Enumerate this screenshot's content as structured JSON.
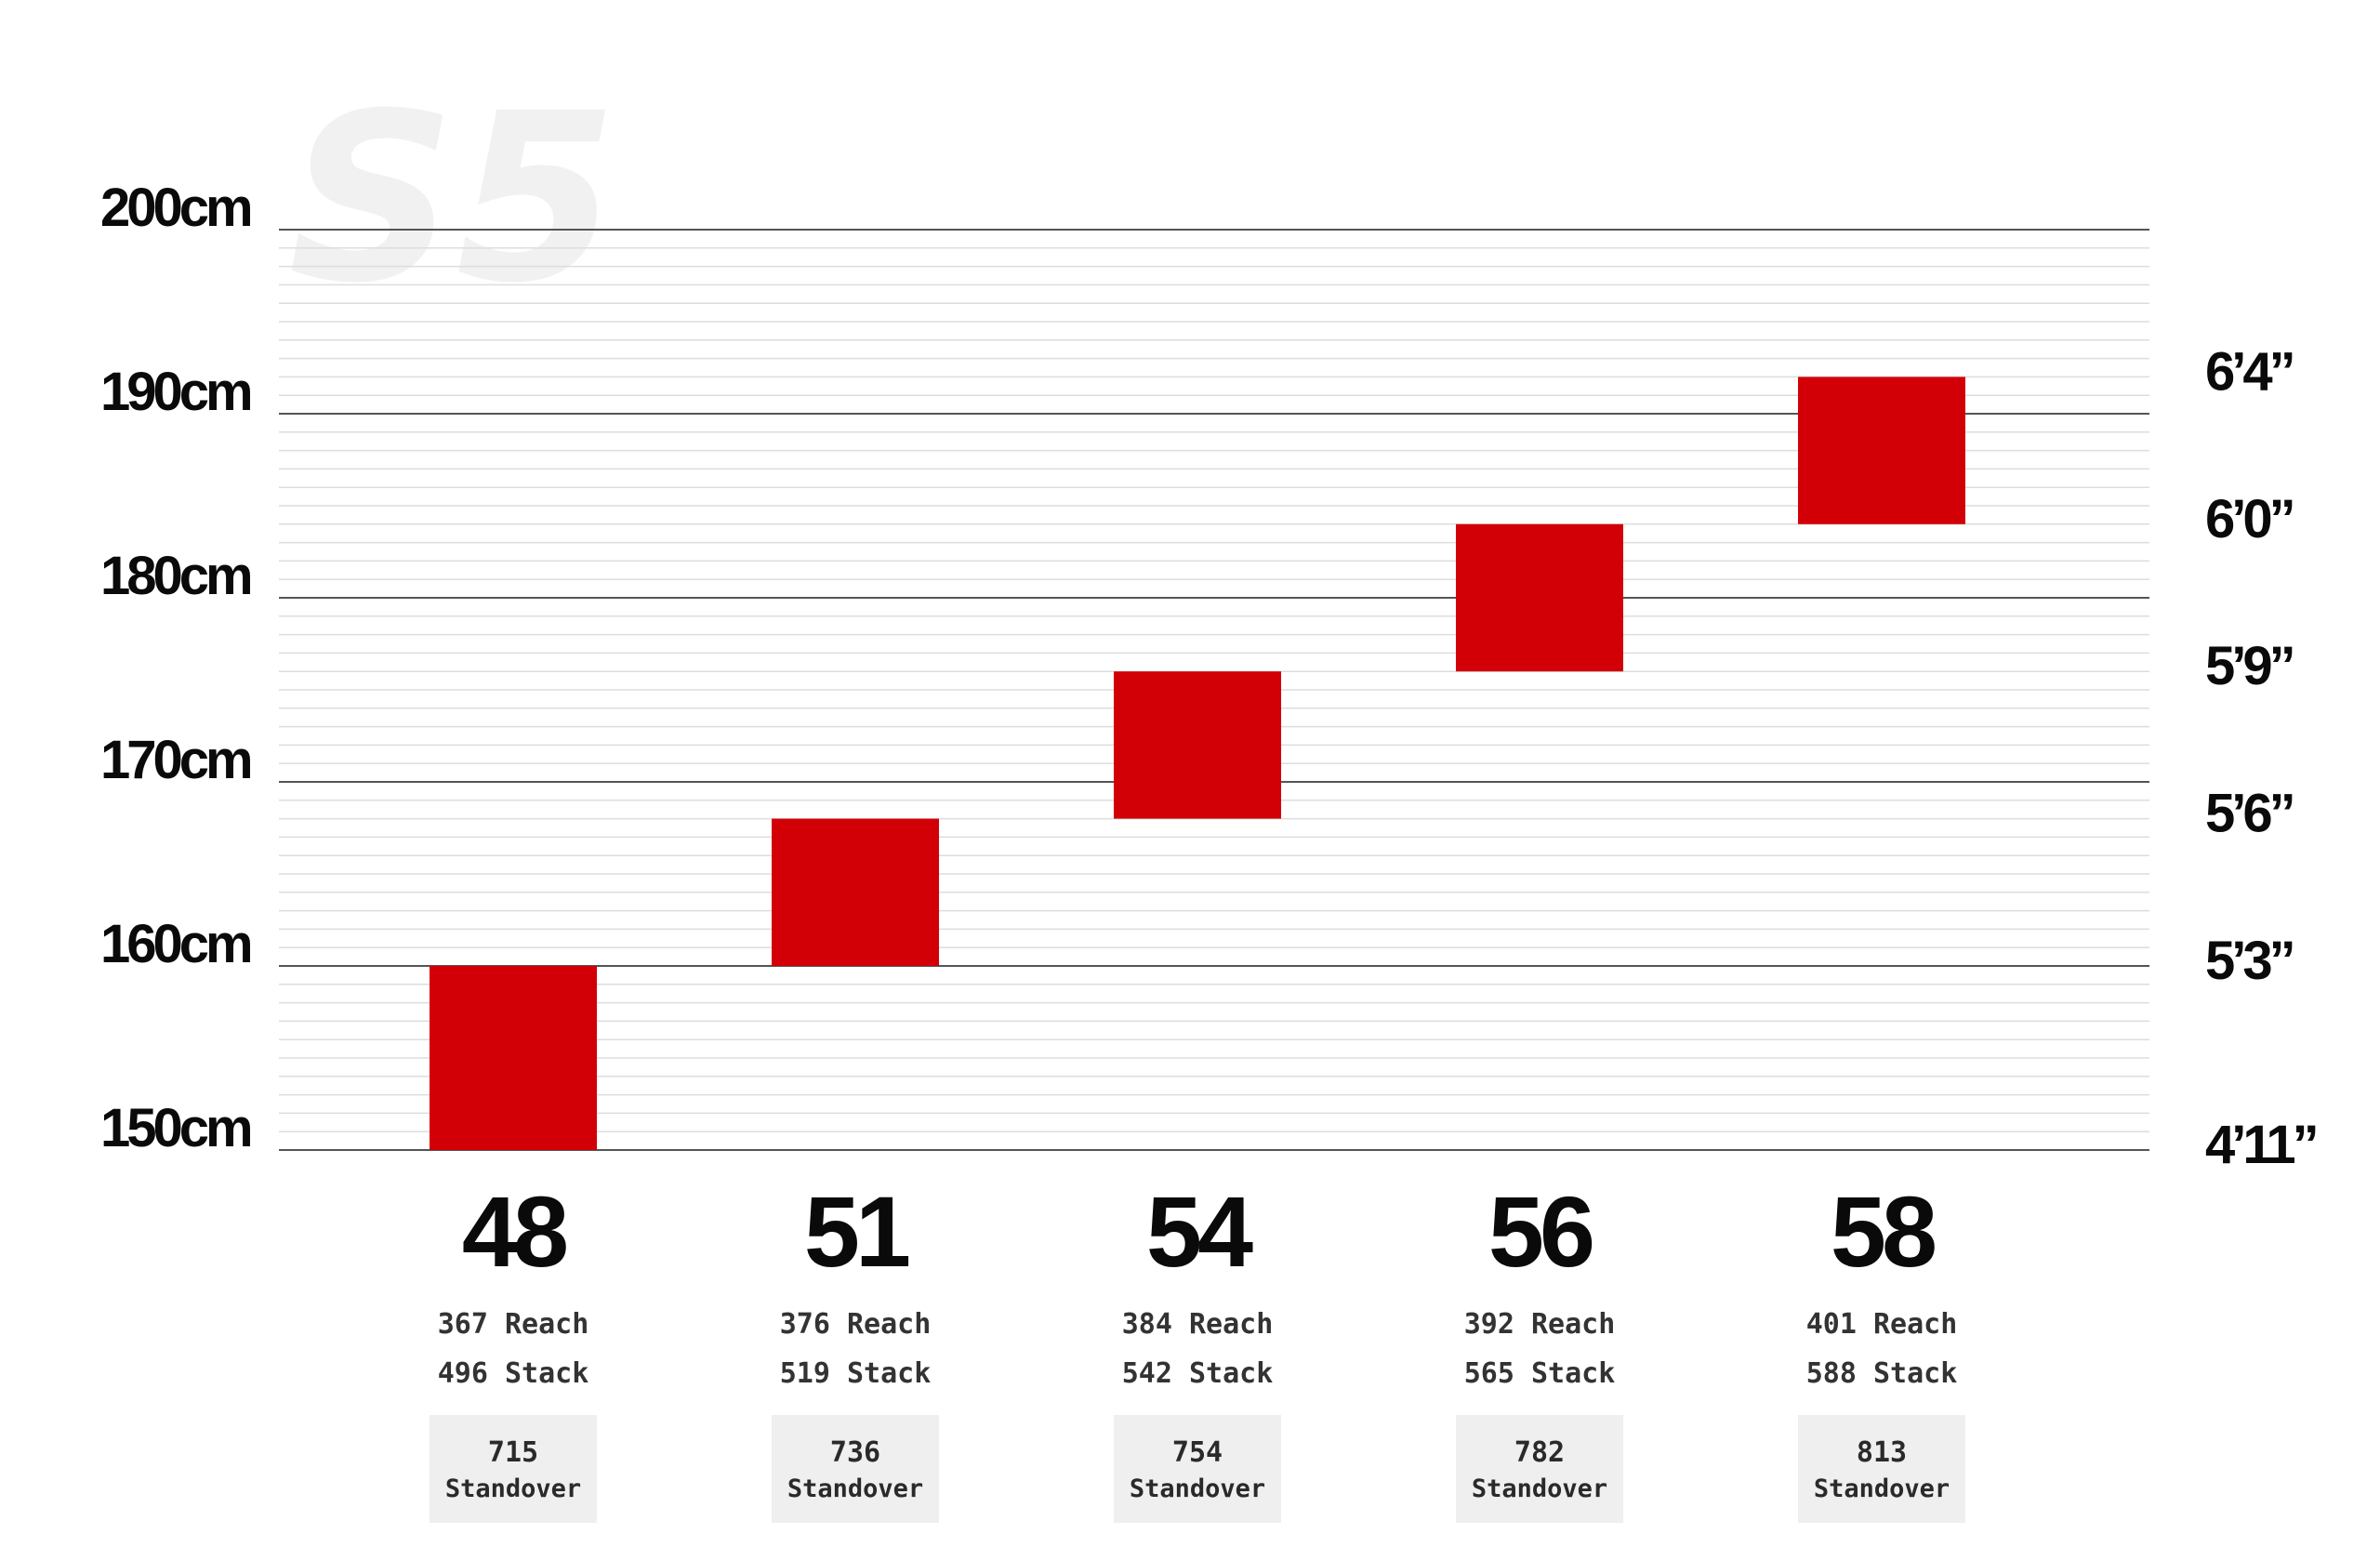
{
  "watermark": "S5",
  "colors": {
    "bar": "#d20006",
    "major_grid": "#555555",
    "minor_grid": "#dddddd",
    "standover_box": "#efefef",
    "watermark": "#f1f1f1"
  },
  "chart_data": {
    "type": "bar",
    "title": "",
    "xlabel": "",
    "ylabel": "",
    "ylim": [
      150,
      200
    ],
    "grid": true,
    "left_ticks": [
      "150cm",
      "160cm",
      "170cm",
      "180cm",
      "190cm",
      "200cm"
    ],
    "left_tick_values": [
      150,
      160,
      170,
      180,
      190,
      200
    ],
    "right_ticks": [
      "4’11”",
      "5’3”",
      "5’6”",
      "5’9”",
      "6’0”",
      "6’4”"
    ],
    "right_tick_values": [
      150,
      160,
      168,
      176,
      184,
      192
    ],
    "categories": [
      "48",
      "51",
      "54",
      "56",
      "58"
    ],
    "ranges": [
      [
        150,
        160
      ],
      [
        160,
        168
      ],
      [
        168,
        176
      ],
      [
        176,
        184
      ],
      [
        184,
        192
      ]
    ],
    "reach": [
      "367",
      "376",
      "384",
      "392",
      "401"
    ],
    "stack": [
      "496",
      "519",
      "542",
      "565",
      "588"
    ],
    "standover": [
      "715",
      "736",
      "754",
      "782",
      "813"
    ],
    "reach_label": "Reach",
    "stack_label": "Stack",
    "standover_label": "Standover"
  }
}
